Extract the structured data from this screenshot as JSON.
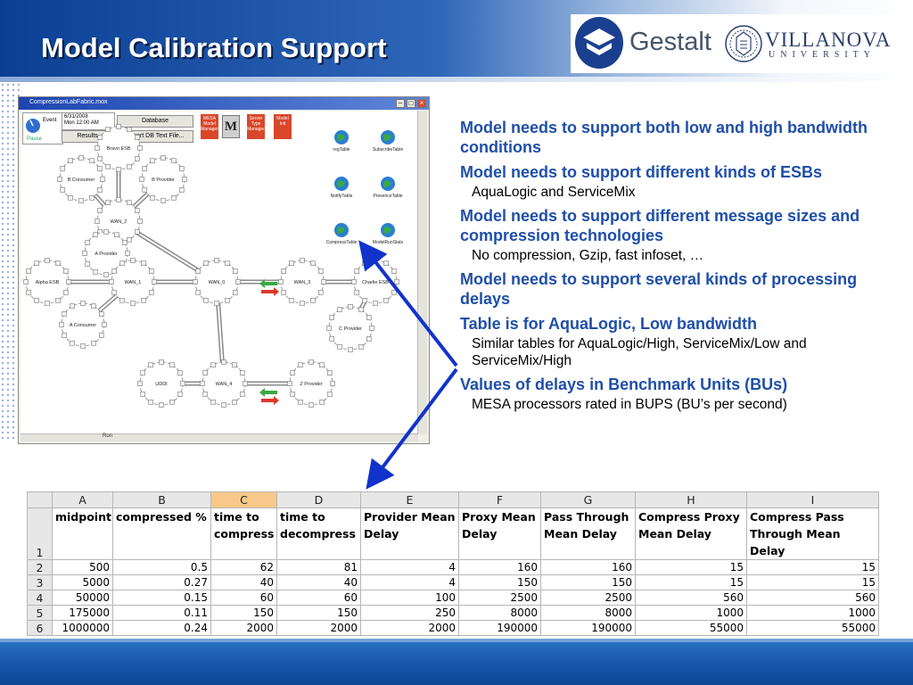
{
  "slide": {
    "title": "Model Calibration Support"
  },
  "logos": {
    "gestalt": "Gestalt",
    "villanova_name": "VILLANOVA",
    "villanova_sub": "UNIVERSITY"
  },
  "screenshot": {
    "window_title": "CompressionLabFabric.mox",
    "date_line": "6/31/2008",
    "time_line": "Mon   12:00 AM",
    "clock_label": "Event",
    "clock_sub": "Pause",
    "buttons": {
      "database": "Database",
      "results": "Results",
      "import": "Import DB Text File..."
    },
    "red_tiles": [
      "MESA Model Manager",
      "Server Type Manager",
      "Model Init"
    ],
    "m_tile": "M",
    "status_text": "Run",
    "nodes": [
      "Bravo ESB",
      "B Consumer",
      "B Provider",
      "WAN_2",
      "A Provider",
      "Alpha ESB",
      "WAN_1",
      "WAN_0",
      "WAN_3",
      "Charlie ESB",
      "A Consumer",
      "C Provider",
      "UDDI",
      "WAN_4",
      "Z Provider"
    ],
    "manage_labels": [
      "regTable",
      "SubscribeTable",
      "NotifyTable",
      "PresenceTable",
      "CompressTable",
      "ModelRunStats"
    ]
  },
  "bullets": [
    {
      "level": 1,
      "text": "Model needs to support both low and high bandwidth conditions"
    },
    {
      "level": 1,
      "text": "Model needs to support different kinds of ESBs"
    },
    {
      "level": 2,
      "text": "AquaLogic and ServiceMix"
    },
    {
      "level": 1,
      "text": "Model needs to support different message sizes and compression technologies"
    },
    {
      "level": 2,
      "text": "No compression, Gzip, fast infoset, …"
    },
    {
      "level": 1,
      "text": "Model needs to support several kinds of processing delays"
    },
    {
      "level": 1,
      "text": "Table is for AquaLogic, Low bandwidth"
    },
    {
      "level": 2,
      "text": "Similar tables for AquaLogic/High, ServiceMix/Low and ServiceMix/High"
    },
    {
      "level": 1,
      "text": "Values of delays in Benchmark Units (BUs)"
    },
    {
      "level": 2,
      "text": "MESA processors rated in BUPS (BU’s per second)"
    }
  ],
  "spreadsheet": {
    "column_letters": [
      "A",
      "B",
      "C",
      "D",
      "E",
      "F",
      "G",
      "H",
      "I"
    ],
    "selected_column": "C",
    "row_numbers": [
      "1",
      "2",
      "3",
      "4",
      "5",
      "6"
    ],
    "headers": [
      "midpoint",
      "compressed %",
      "time to compress",
      "time to decompress",
      "Provider Mean Delay",
      "Proxy Mean Delay",
      "Pass Through Mean Delay",
      "Compress Proxy Mean Delay",
      "Compress Pass Through Mean Delay"
    ],
    "rows": [
      [
        "500",
        "0.5",
        "62",
        "81",
        "4",
        "160",
        "160",
        "15",
        "15"
      ],
      [
        "5000",
        "0.27",
        "40",
        "40",
        "4",
        "150",
        "150",
        "15",
        "15"
      ],
      [
        "50000",
        "0.15",
        "60",
        "60",
        "100",
        "2500",
        "2500",
        "560",
        "560"
      ],
      [
        "175000",
        "0.11",
        "150",
        "150",
        "250",
        "8000",
        "8000",
        "1000",
        "1000"
      ],
      [
        "1000000",
        "0.24",
        "2000",
        "2000",
        "2000",
        "190000",
        "190000",
        "55000",
        "55000"
      ]
    ]
  },
  "colors": {
    "header_blue": "#0b3f93",
    "bullet_blue": "#1f4fa8",
    "arrow_blue": "#1133cc",
    "selected_column": "#f7c889",
    "footer_blue": "#1555a8"
  }
}
